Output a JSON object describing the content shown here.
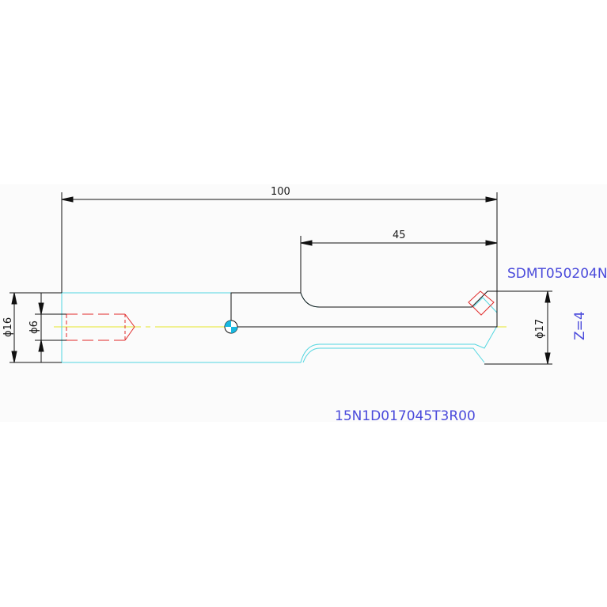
{
  "dimensions": {
    "overall_length": "100",
    "head_length": "45",
    "shank_dia": "ϕ16",
    "bore_dia": "ϕ6",
    "cutter_dia": "ϕ17"
  },
  "annotations": {
    "insert_code": "SDMT050204N",
    "teeth": "Z=4",
    "part_number": "15N1D017045T3R00"
  },
  "colors": {
    "outline": "#52d6e0",
    "hidden_bore": "#e02a2a",
    "centerline": "#e6e62a",
    "dimension": "#111111",
    "annotation": "#4a4adb",
    "insert": "#e02a2a"
  }
}
